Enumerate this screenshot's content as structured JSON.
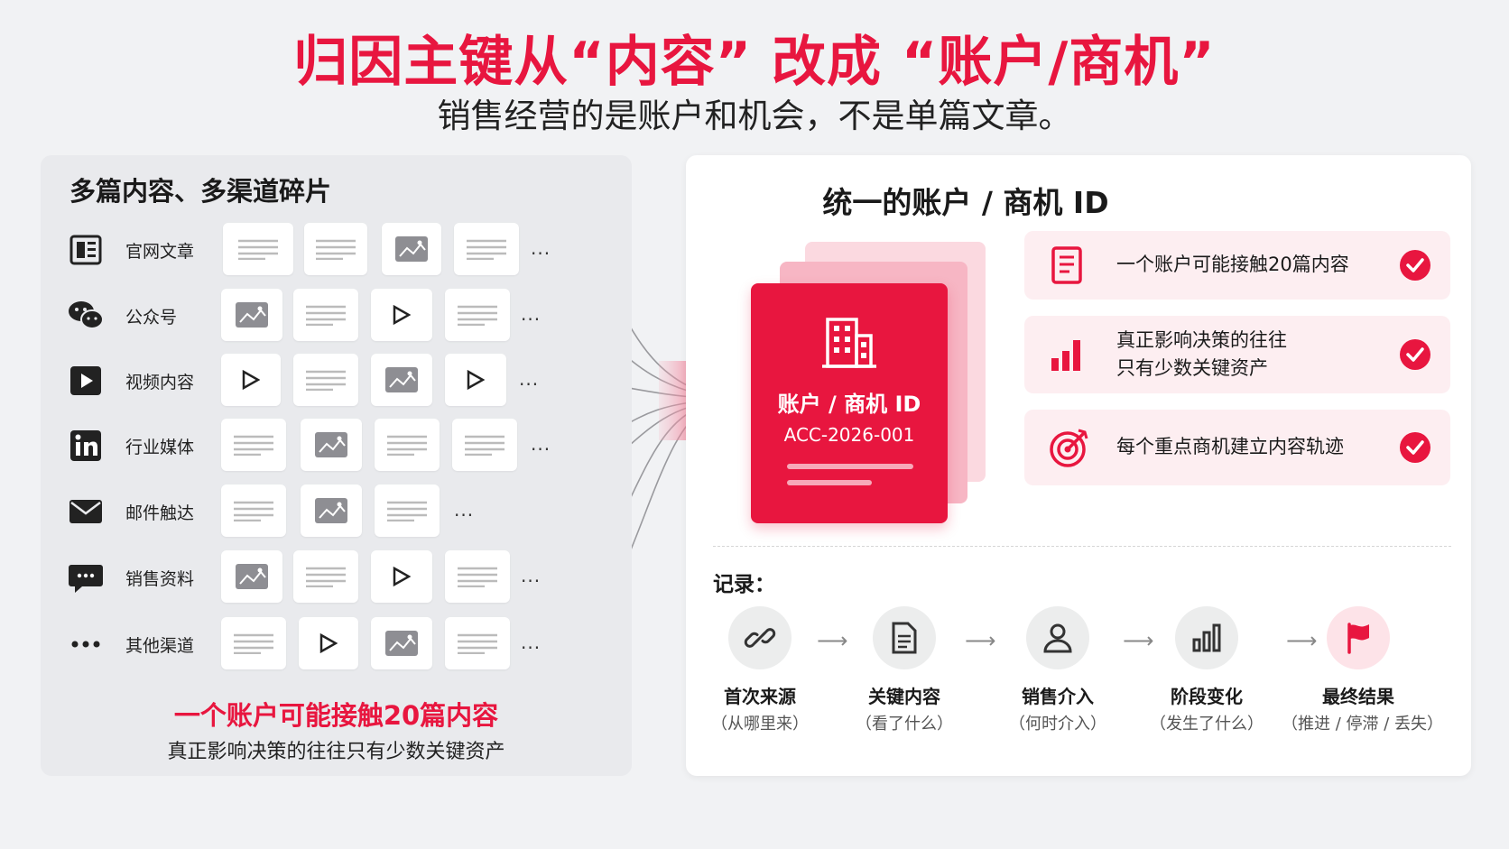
{
  "title": "归因主键从“内容” 改成 “账户/商机”",
  "subtitle": "销售经营的是账户和机会，不是单篇文章。",
  "left": {
    "heading": "多篇内容、多渠道碎片",
    "channels": [
      {
        "label": "官网文章",
        "icon": "article-icon"
      },
      {
        "label": "公众号",
        "icon": "wechat-icon"
      },
      {
        "label": "视频内容",
        "icon": "video-icon"
      },
      {
        "label": "行业媒体",
        "icon": "linkedin-icon"
      },
      {
        "label": "邮件触达",
        "icon": "mail-icon"
      },
      {
        "label": "销售资料",
        "icon": "chat-icon"
      },
      {
        "label": "其他渠道",
        "icon": "more-icon"
      }
    ],
    "more": "...",
    "bottom_highlight": "一个账户可能接触20篇内容",
    "bottom_text": "真正影响决策的往往只有少数关键资产"
  },
  "right": {
    "heading": "统一的账户 / 商机 ID",
    "card": {
      "title": "账户 / 商机 ID",
      "code": "ACC-2026-001"
    },
    "features": [
      {
        "text": "一个账户可能接触20篇内容",
        "icon": "document-icon"
      },
      {
        "text": "真正影响决策的往往\n只有少数关键资产",
        "icon": "bar-chart-icon"
      },
      {
        "text": "每个重点商机建立内容轨迹",
        "icon": "target-icon"
      }
    ],
    "record_label": "记录：",
    "steps": [
      {
        "name": "首次来源",
        "desc": "（从哪里来）",
        "icon": "link-icon"
      },
      {
        "name": "关键内容",
        "desc": "（看了什么）",
        "icon": "document-icon"
      },
      {
        "name": "销售介入",
        "desc": "（何时介入）",
        "icon": "user-icon"
      },
      {
        "name": "阶段变化",
        "desc": "（发生了什么）",
        "icon": "bar-chart-icon"
      },
      {
        "name": "最终结果",
        "desc": "（推进 / 停滞 / 丢失）",
        "icon": "flag-icon"
      }
    ]
  },
  "colors": {
    "accent": "#e8163f",
    "accent_light": "#fdeef1",
    "panel": "#e9eaed"
  }
}
